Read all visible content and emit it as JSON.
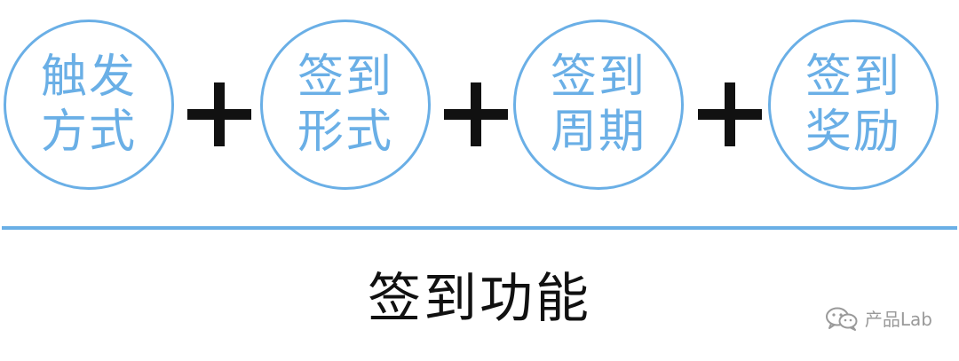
{
  "colors": {
    "accent": "#6aafe6",
    "operator": "#111111",
    "watermark": "#9a9a9a"
  },
  "components": [
    {
      "line1": "触发",
      "line2": "方式"
    },
    {
      "line1": "签到",
      "line2": "形式"
    },
    {
      "line1": "签到",
      "line2": "周期"
    },
    {
      "line1": "签到",
      "line2": "奖励"
    }
  ],
  "operators": [
    "plus-icon",
    "plus-icon",
    "plus-icon"
  ],
  "result": "签到功能",
  "watermark": {
    "icon": "wechat-icon",
    "text": "产品Lab"
  }
}
